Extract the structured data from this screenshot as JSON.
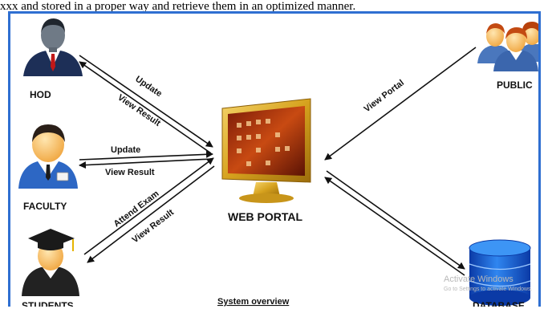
{
  "header_text": "xxx and stored in a proper way and retrieve them in an optimized manner.",
  "actors": {
    "hod": "HOD",
    "faculty": "FACULTY",
    "students": "STUDENTS",
    "public": "PUBLIC",
    "database": "DATABASE"
  },
  "center": {
    "title": "WEB PORTAL"
  },
  "edges": {
    "hod_update": "Update",
    "hod_view_result": "View Result",
    "faculty_update": "Update",
    "faculty_view_result": "View Result",
    "students_attend_exam": "Attend Exam",
    "students_view_result": "View Result",
    "public_view_portal": "View Portal"
  },
  "caption": "System overview",
  "watermark": {
    "line1": "Activate Windows",
    "line2": "Go to Settings to activate Windows."
  },
  "colors": {
    "frame_border": "#2f6fd1",
    "monitor_gold": "#d6a21e",
    "database_blue": "#1e5fd0",
    "suit_navy": "#1d2f57"
  }
}
